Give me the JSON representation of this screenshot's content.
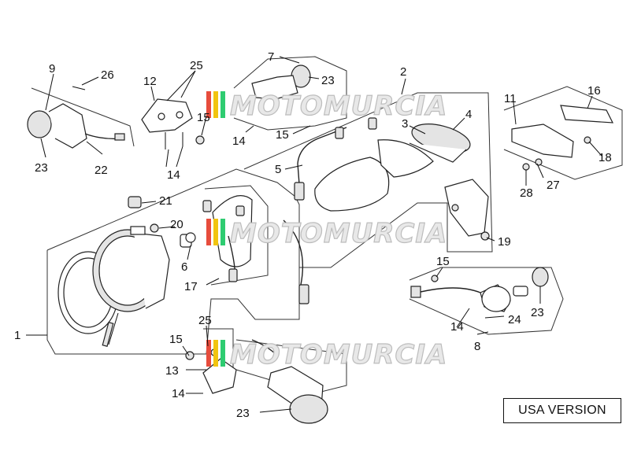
{
  "callouts": {
    "c1": "1",
    "c2": "2",
    "c3": "3",
    "c4": "4",
    "c5": "5",
    "c6": "6",
    "c7": "7",
    "c8": "8",
    "c9": "9",
    "c11": "11",
    "c12": "12",
    "c13": "13",
    "c14a": "14",
    "c14b": "14",
    "c14c": "14",
    "c14d": "14",
    "c15a": "15",
    "c15b": "15",
    "c15c": "15",
    "c15d": "15",
    "c16": "16",
    "c17": "17",
    "c18": "18",
    "c19": "19",
    "c20": "20",
    "c21": "21",
    "c22": "22",
    "c23a": "23",
    "c23b": "23",
    "c23c": "23",
    "c23d": "23",
    "c24": "24",
    "c25a": "25",
    "c25b": "25",
    "c26": "26",
    "c27": "27",
    "c28": "28"
  },
  "watermark": {
    "text": "MOTOMURCIA",
    "colors": [
      "#e74c3c",
      "#f1c40f",
      "#2ecc71"
    ]
  },
  "version_label": "USA VERSION"
}
